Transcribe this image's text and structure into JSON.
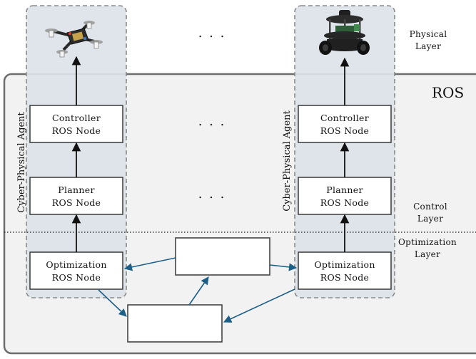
{
  "ros_label": "ROS",
  "layers": {
    "physical": [
      "Physical",
      "Layer"
    ],
    "control": [
      "Control",
      "Layer"
    ],
    "optimization": [
      "Optimization",
      "Layer"
    ]
  },
  "agent_label": "Cyber-Physical Agent",
  "ellipsis": ". . .",
  "nodes": {
    "controller": [
      "Controller",
      "ROS Node"
    ],
    "planner": [
      "Planner",
      "ROS Node"
    ],
    "optimization": [
      "Optimization",
      "ROS Node"
    ]
  },
  "colors": {
    "ros_bg": "#f2f2f2",
    "agent_bg": "#dde3e9",
    "arrow_blue": "#1d5f86",
    "dashed_border": "#8a8a8a"
  },
  "icons": {
    "left_agent_image": "quadcopter-drone-icon",
    "right_agent_image": "ground-robot-icon"
  }
}
